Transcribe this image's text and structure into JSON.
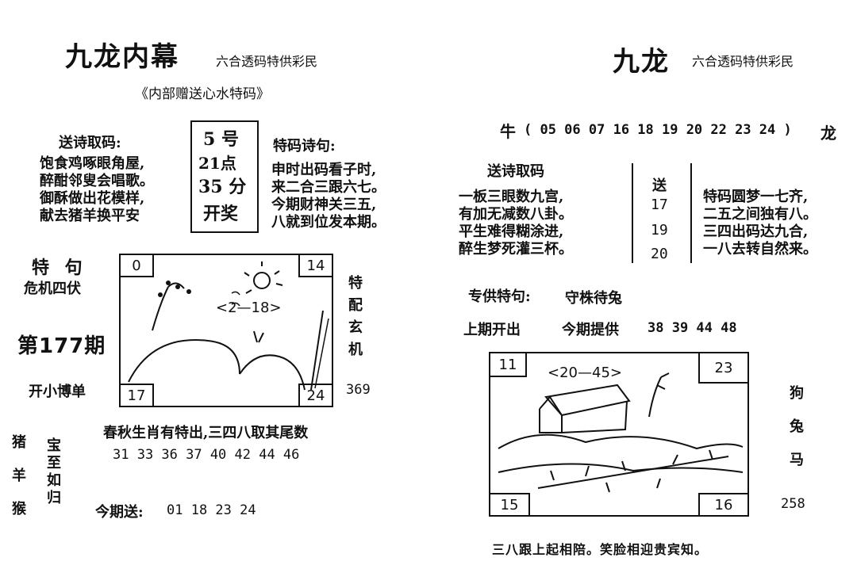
{
  "left": {
    "title": "九龙内幕",
    "subtitle": "六合透码特供彩民",
    "banner": "《内部赠送心水特码》",
    "poem_header": "送诗取码:",
    "poem_lines": [
      "饱食鸡啄眼角屋,",
      "醉酣邻叟会唱歌。",
      "御酥做出花模样,",
      "献去猪羊换平安"
    ],
    "time_box": [
      "5 号",
      "21点",
      "35 分",
      "开奖"
    ],
    "tema_header": "特码诗句:",
    "tema_lines": [
      "申时出码看子时,",
      "来二合三跟六七。",
      "今期财神关三五,",
      "八就到位发本期。"
    ],
    "teju_label": "特 句",
    "teju_text": "危机四伏",
    "issue": "第177期",
    "kai_label": "开小博单",
    "drawing": {
      "tl": "0",
      "tr": "14",
      "bl": "17",
      "br": "24",
      "center_note": "<2—18>"
    },
    "side_vertical": [
      "特",
      "配",
      "玄",
      "机"
    ],
    "side_num": "369",
    "spring_line": "春秋生肖有特出,三四八取其尾数",
    "spring_numbers": "31 33 36 37 40 42 44 46",
    "zodiac_col": [
      "猪",
      "羊",
      "猴"
    ],
    "bao_col": [
      "宝",
      "至",
      "如",
      "归"
    ],
    "today_label": "今期送:",
    "today_numbers": "01 18 23 24"
  },
  "right": {
    "title": "九龙",
    "subtitle": "六合透码特供彩民",
    "niu_prefix": "牛",
    "niu_numbers": "( 05 06 07 16 18 19 20 22 23 24 )",
    "niu_suffix": "龙",
    "poem_header": "送诗取码",
    "poem_lines": [
      "一板三眼数九宫,",
      "有加无减数八卦。",
      "平生难得糊涂进,",
      "醉生梦死灌三杯。"
    ],
    "send_box": [
      "送",
      "17",
      "19",
      "20"
    ],
    "tema_lines": [
      "特码圆梦一七齐,",
      "二五之间独有八。",
      "三四出码达九合,",
      "一八去转自然来。"
    ],
    "zhuan_label": "专供特句:",
    "zhuan_text": "守株待兔",
    "last_label": "上期开出",
    "current_label": "今期提供",
    "current_numbers": "38 39 44 48",
    "drawing": {
      "tl": "11",
      "tr": "23",
      "bl": "15",
      "br": "16",
      "center_note": "<20—45>"
    },
    "side_vertical": [
      "狗",
      "兔",
      "马"
    ],
    "side_num": "258",
    "bottom_line": "三八跟上起相陪。笑脸相迎贵宾知。"
  }
}
